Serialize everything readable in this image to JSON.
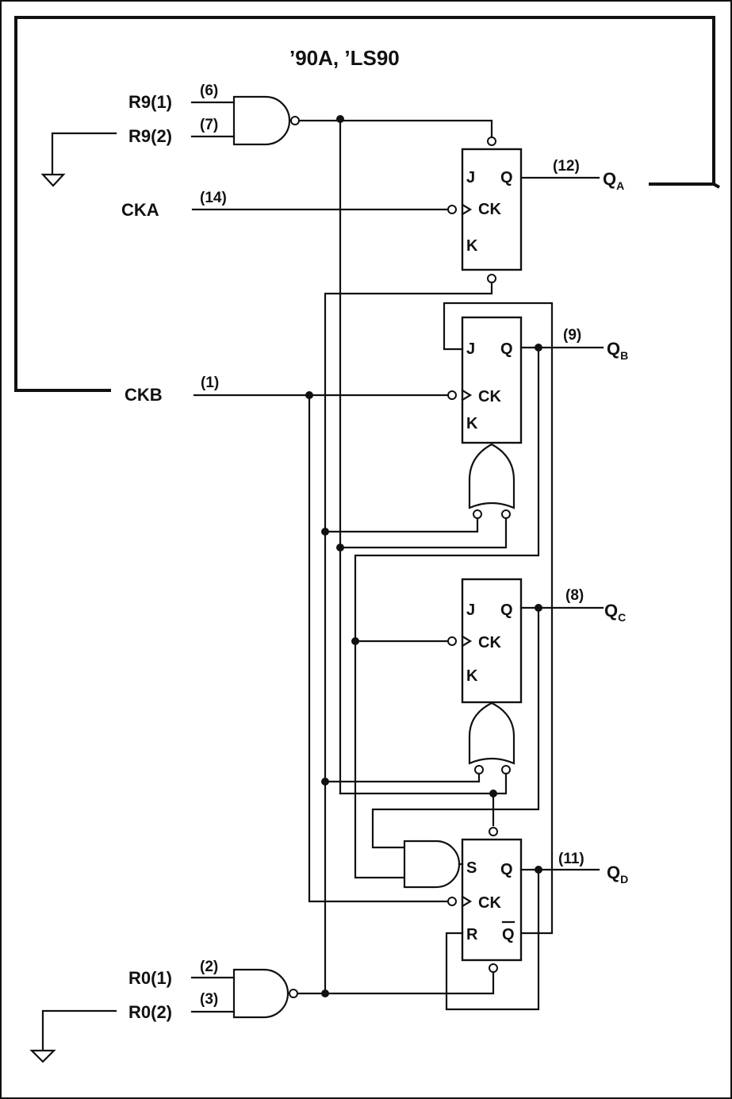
{
  "title": "’90A, ’LS90",
  "inputs": {
    "r9_1": {
      "name": "R9(1)",
      "pin": "(6)"
    },
    "r9_2": {
      "name": "R9(2)",
      "pin": "(7)"
    },
    "cka": {
      "name": "CKA",
      "pin": "(14)"
    },
    "ckb": {
      "name": "CKB",
      "pin": "(1)"
    },
    "r0_1": {
      "name": "R0(1)",
      "pin": "(2)"
    },
    "r0_2": {
      "name": "R0(2)",
      "pin": "(3)"
    }
  },
  "outputs": {
    "qa": {
      "main": "Q",
      "sub": "A",
      "pin": "(12)"
    },
    "qb": {
      "main": "Q",
      "sub": "B",
      "pin": "(9)"
    },
    "qc": {
      "main": "Q",
      "sub": "C",
      "pin": "(8)"
    },
    "qd": {
      "main": "Q",
      "sub": "D",
      "pin": "(11)"
    }
  },
  "ff_pins": {
    "j": "J",
    "k": "K",
    "q": "Q",
    "ck": "CK",
    "s": "S",
    "r": "R",
    "qbar": "Q"
  },
  "icons": [
    "nand-gate-icon",
    "or-gate-icon",
    "and-gate-icon",
    "ground-icon",
    "flip-flop-icon"
  ]
}
